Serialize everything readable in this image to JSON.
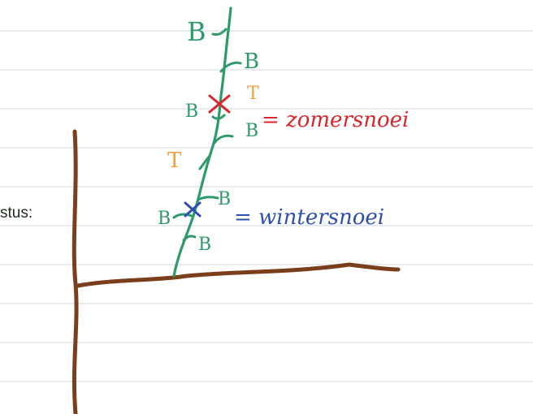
{
  "side_label": "stus:",
  "annotations": {
    "buds": [
      "B",
      "B",
      "B",
      "B",
      "B",
      "B",
      "B"
    ],
    "cuts": [
      "T",
      "T"
    ],
    "summer_label": "= zomersnoei",
    "winter_label": "= wintersnoei"
  },
  "colors": {
    "stem": "#2e9a6a",
    "trunk": "#7a3f1a",
    "summer_cut": "#d8262c",
    "winter_cut": "#2f4fb0",
    "t_marks": "#f0a040",
    "ruled_lines": "#dfe6ee"
  }
}
